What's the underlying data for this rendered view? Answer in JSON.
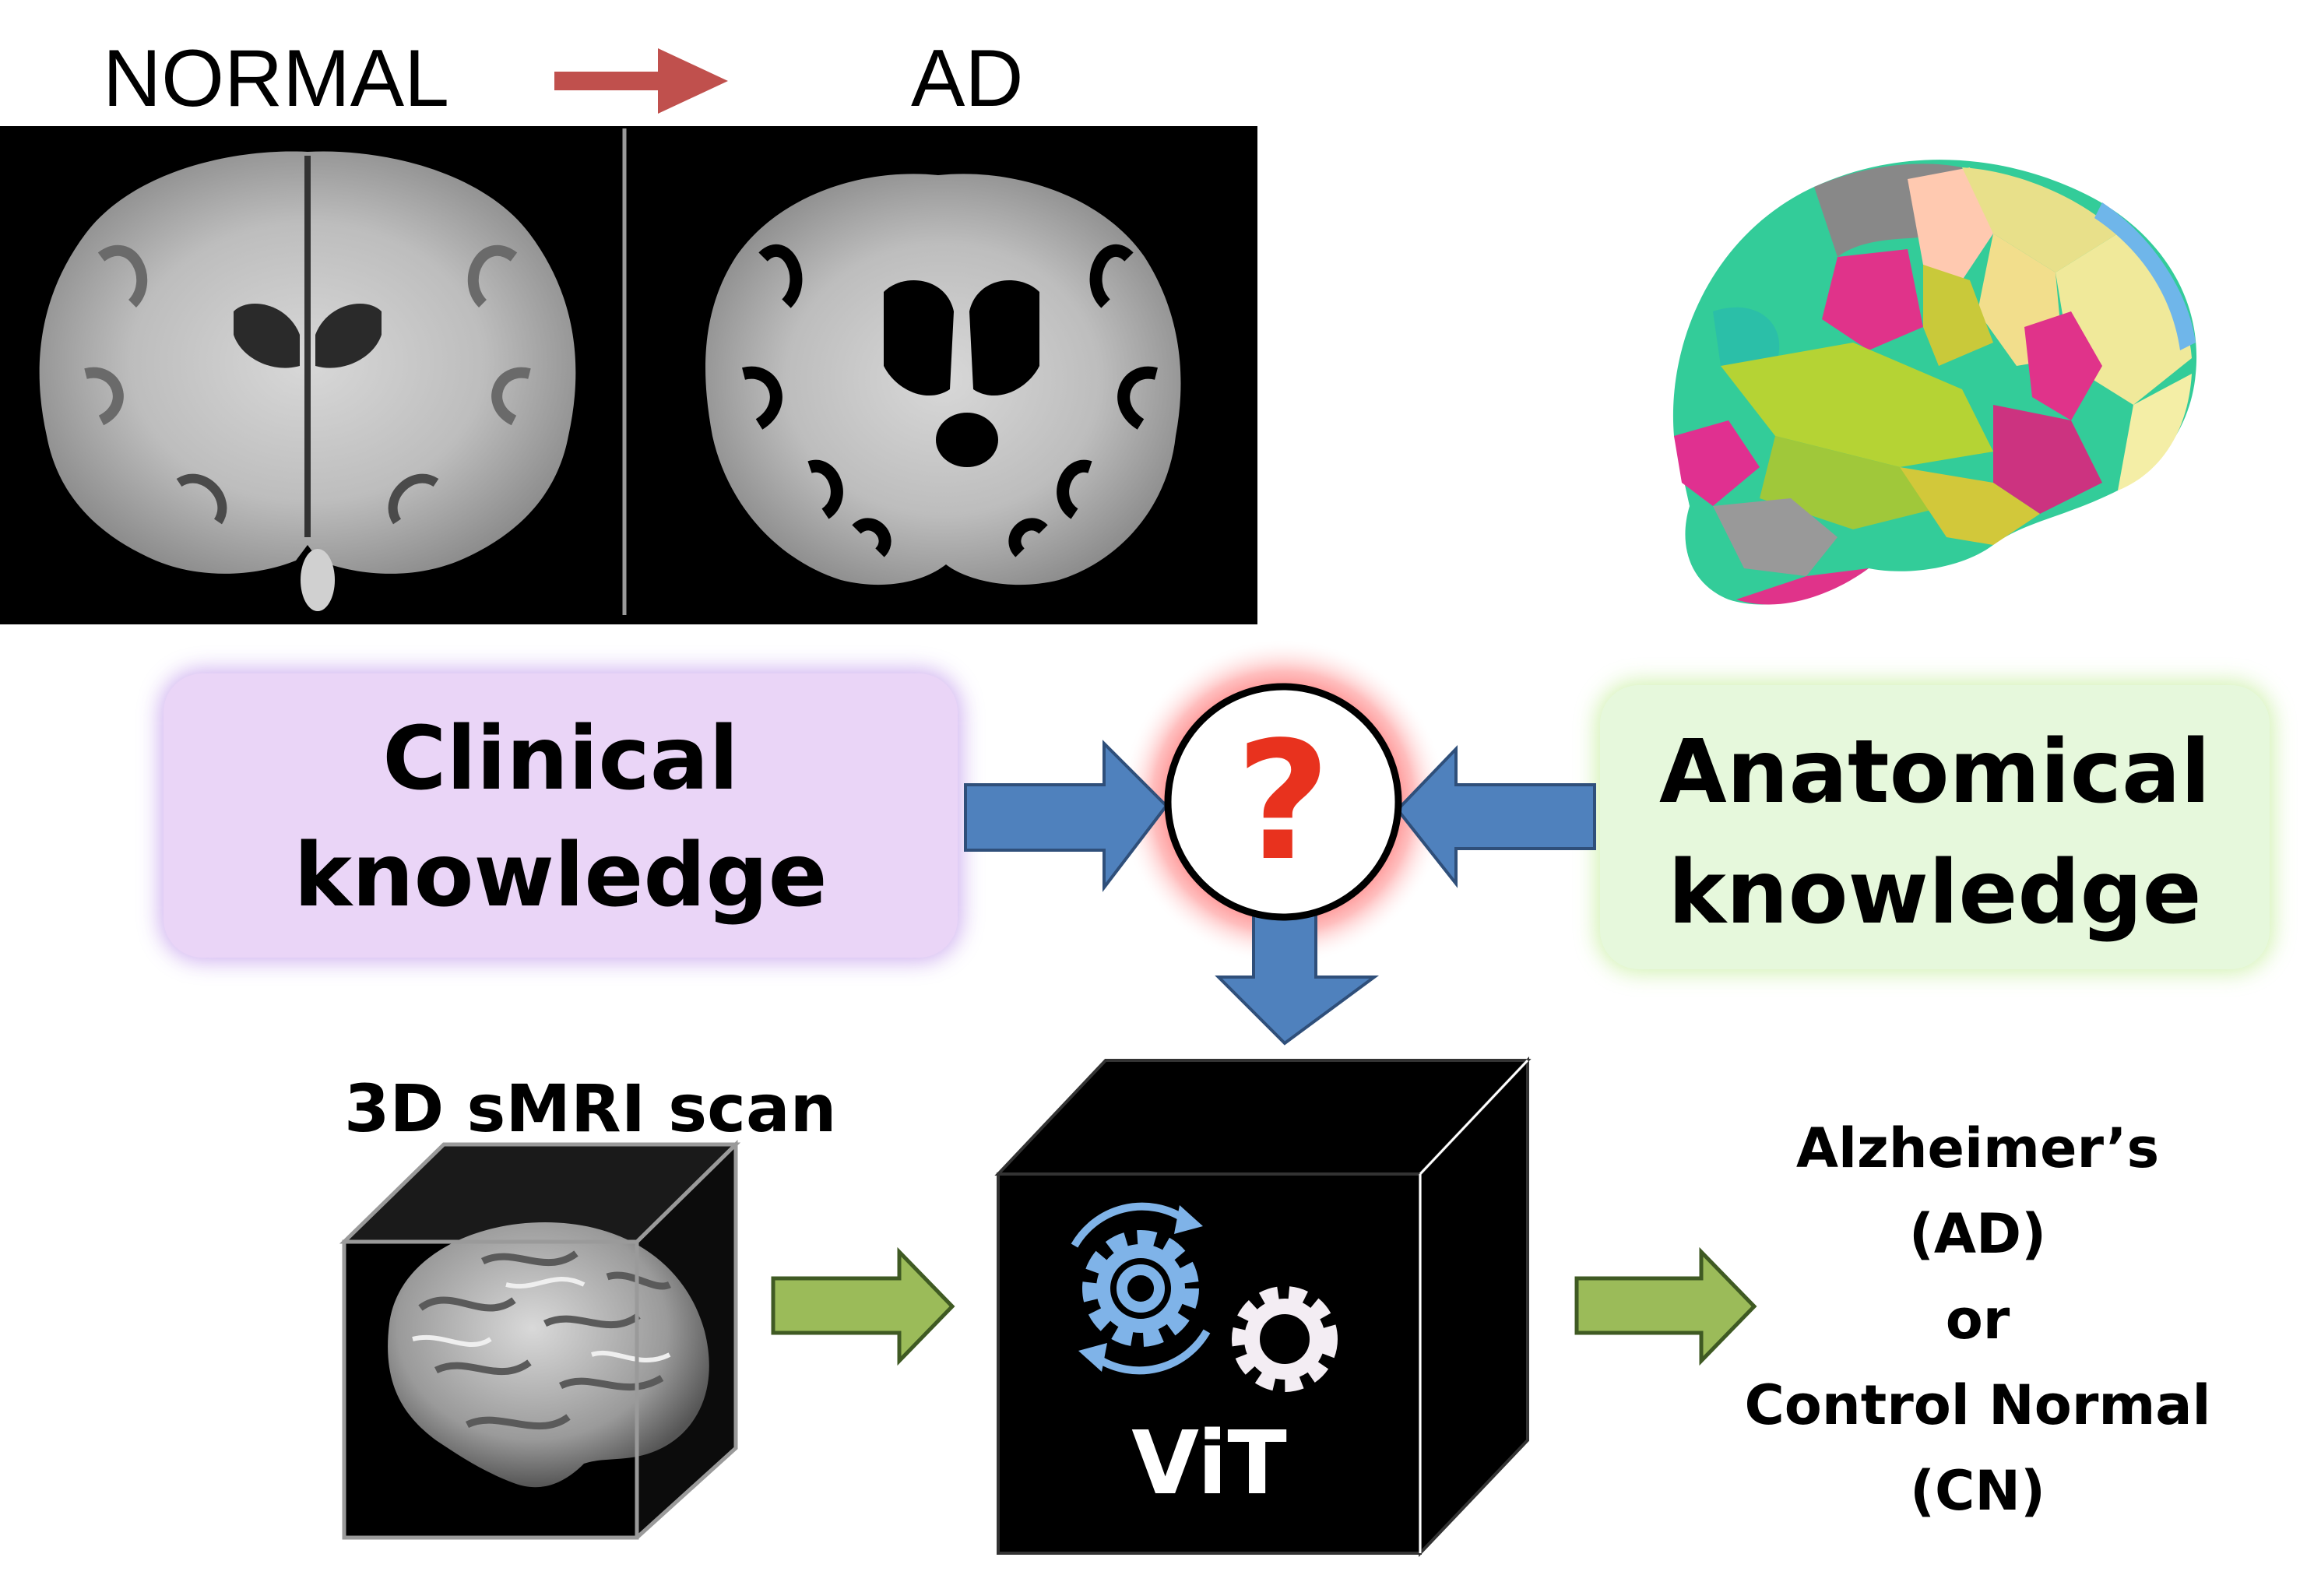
{
  "header": {
    "normal_label": "NORMAL",
    "ad_label": "AD"
  },
  "knowledge": {
    "clinical_line1": "Clinical",
    "clinical_line2": "knowledge",
    "anatomical_line1": "Anatomical",
    "anatomical_line2": "knowledge",
    "question_mark": "?"
  },
  "pipeline": {
    "scan_label": "3D sMRI scan",
    "model_label": "ViT",
    "output_line1": "Alzheimer’s",
    "output_line2": "(AD)",
    "output_line3": "or",
    "output_line4": "Control Normal",
    "output_line5": "(CN)"
  },
  "colors": {
    "arrow_red": "#c0504d",
    "arrow_blue": "#4f81bd",
    "arrow_green": "#9bbb59",
    "clinical_box": "#ead5f7",
    "anatomical_box": "#e6f8dc",
    "question_red": "#e8321e",
    "gear_blue": "#7fb3e8"
  }
}
